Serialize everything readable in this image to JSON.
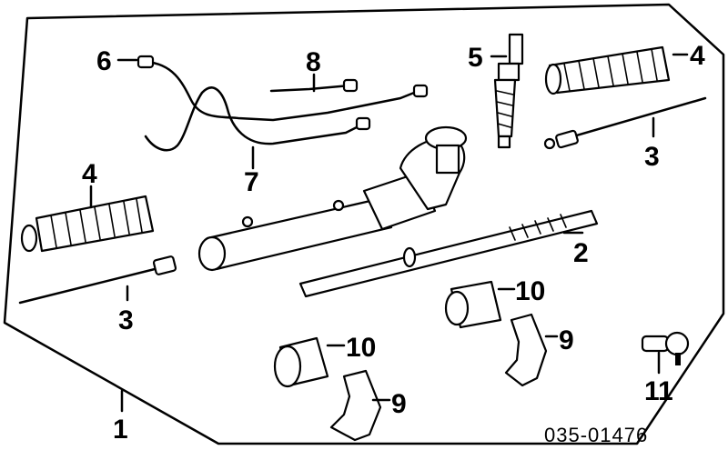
{
  "diagram": {
    "callouts": {
      "c1": "1",
      "c2": "2",
      "c3a": "3",
      "c3b": "3",
      "c4a": "4",
      "c4b": "4",
      "c5": "5",
      "c6": "6",
      "c7": "7",
      "c8": "8",
      "c9a": "9",
      "c9b": "9",
      "c10a": "10",
      "c10b": "10",
      "c11": "11"
    },
    "reference_code": "035-01476"
  }
}
